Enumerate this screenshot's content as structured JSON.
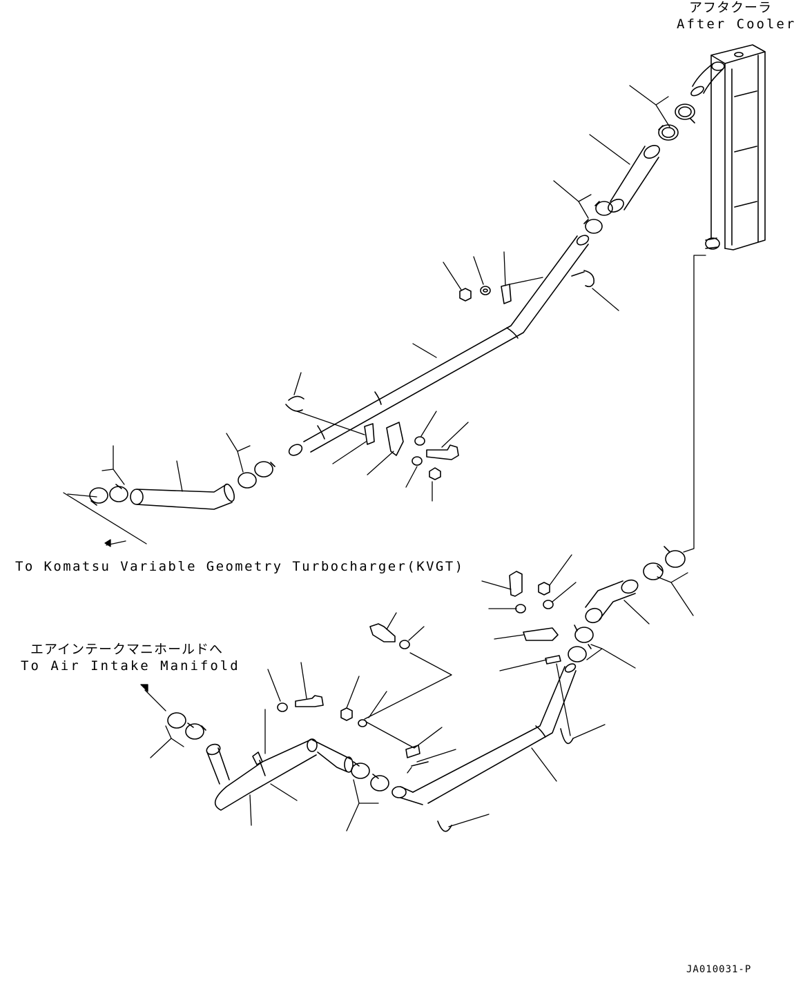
{
  "labels": {
    "after_cooler_jp": "アフタクーラ",
    "after_cooler_en": "After Cooler",
    "to_kvgt": "To Komatsu Variable Geometry Turbocharger(KVGT)",
    "to_intake_jp": "エアインテークマニホールドへ",
    "to_intake_en": "To Air Intake Manifold",
    "drawing_code": "JA010031-P"
  }
}
